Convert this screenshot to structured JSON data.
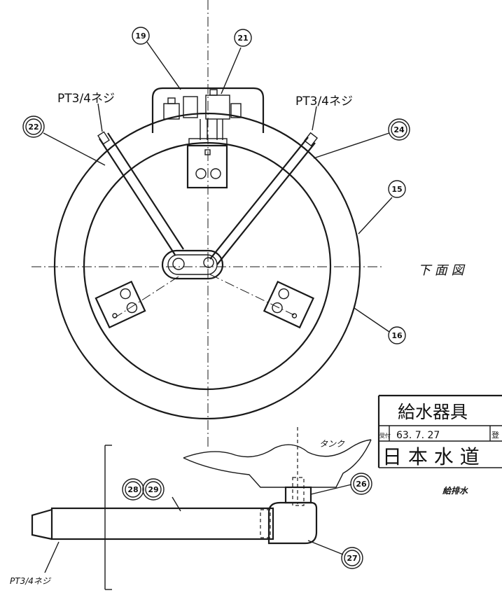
{
  "callouts": {
    "c19": "19",
    "c21": "21",
    "c22": "22",
    "c24": "24",
    "c15": "15",
    "c16": "16",
    "c26": "26",
    "c27": "27",
    "c28": "28",
    "c29": "29"
  },
  "thread_labels": {
    "top_left": "PT3/4ネジ",
    "top_right": "PT3/4ネジ",
    "bottom": "PT3/4ネジ"
  },
  "view_label": "下 面 図",
  "tank_label": "タンク",
  "title_block": {
    "title": "給水器具",
    "date_label": "受付",
    "date": "63. 7. 27",
    "reg_label": "登",
    "company": "日 本 水 道",
    "subtitle": "給排水"
  }
}
